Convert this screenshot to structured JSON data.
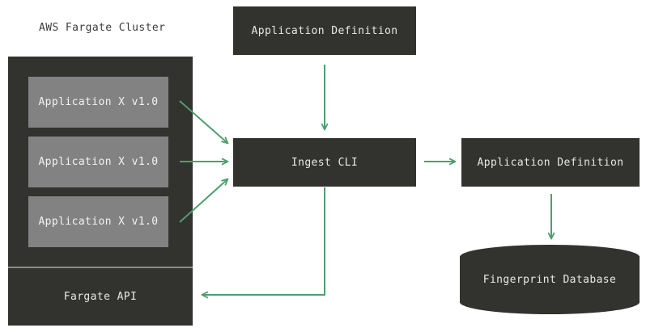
{
  "diagram": {
    "title_text": "AWS Fargate Cluster",
    "background_color": "#ffffff",
    "dark_color": "#32322f",
    "gray_color": "#828282",
    "arrow_color": "#4f9e6e",
    "light_text_color": "#e8e8e8",
    "dark_text_color": "#3c3c3c"
  },
  "cluster": {
    "label": "AWS Fargate Cluster",
    "applications": [
      {
        "label": "Application X v1.0"
      },
      {
        "label": "Application X v1.0"
      },
      {
        "label": "Application X v1.0"
      }
    ],
    "api": {
      "label": "Fargate API"
    }
  },
  "nodes": {
    "application_definition_top": {
      "label": "Application Definition"
    },
    "ingest_cli": {
      "label": "Ingest CLI"
    },
    "application_definition_right": {
      "label": "Application Definition"
    },
    "fingerprint_database": {
      "label": "Fingerprint Database"
    }
  },
  "edges": [
    {
      "name": "app1-to-ingest",
      "from": "Application X v1.0",
      "to": "Ingest CLI"
    },
    {
      "name": "app2-to-ingest",
      "from": "Application X v1.0",
      "to": "Ingest CLI"
    },
    {
      "name": "app3-to-ingest",
      "from": "Application X v1.0",
      "to": "Ingest CLI"
    },
    {
      "name": "appdef-to-ingest",
      "from": "Application Definition",
      "to": "Ingest CLI"
    },
    {
      "name": "ingest-to-appdef",
      "from": "Ingest CLI",
      "to": "Application Definition"
    },
    {
      "name": "appdef-to-database",
      "from": "Application Definition",
      "to": "Fingerprint Database"
    },
    {
      "name": "ingest-to-fargate-api",
      "from": "Ingest CLI",
      "to": "Fargate API"
    }
  ]
}
